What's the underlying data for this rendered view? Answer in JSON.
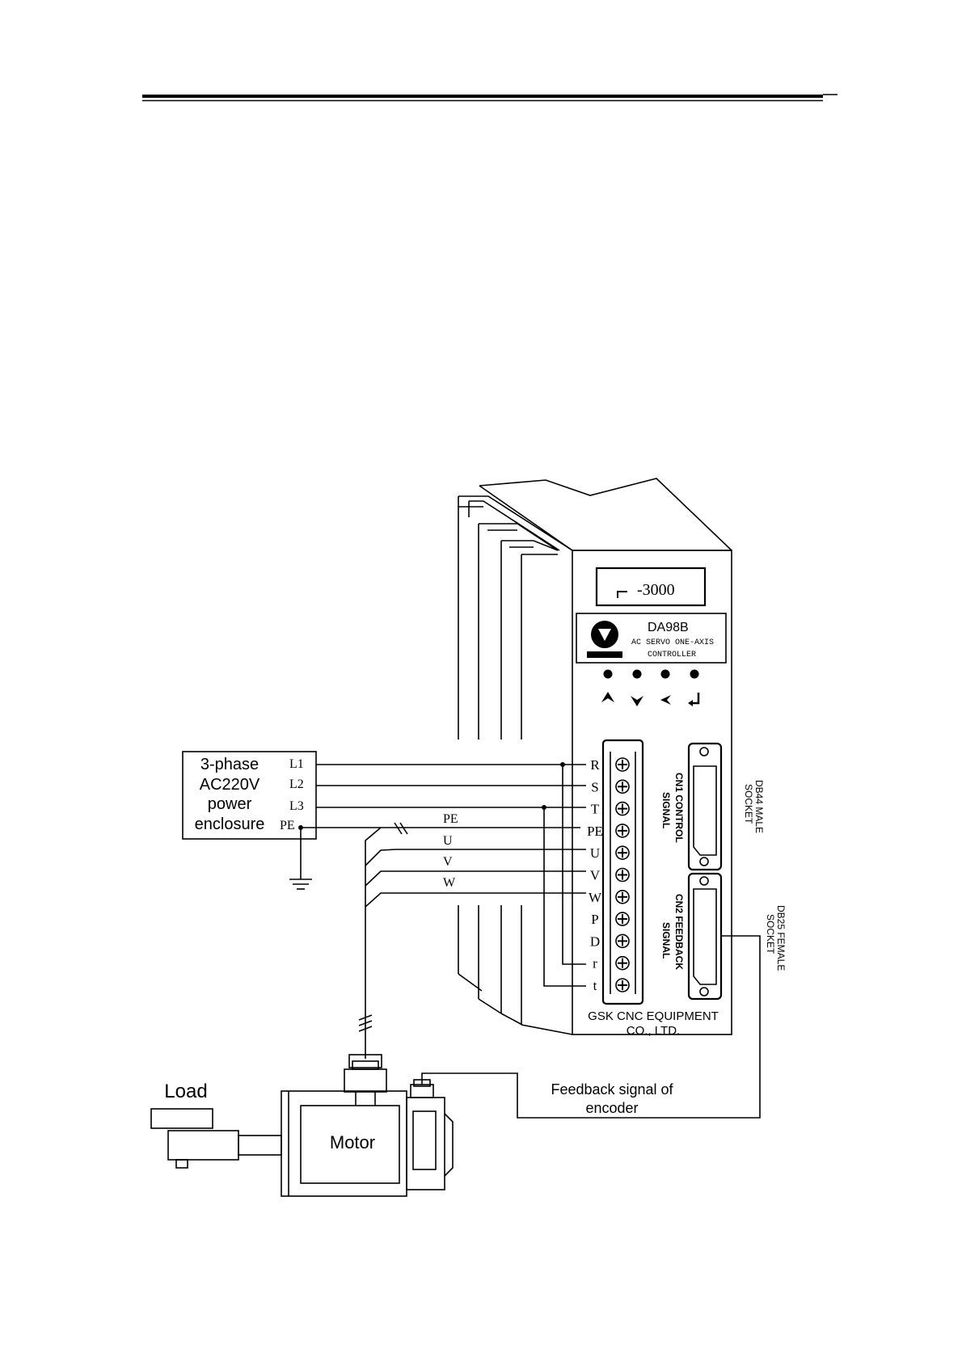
{
  "header_rule": {
    "style": "double-line"
  },
  "power_supply": {
    "label_lines": [
      "3-phase",
      "AC220V",
      "power",
      "enclosure"
    ],
    "terminals": [
      "L1",
      "L2",
      "L3",
      "PE"
    ]
  },
  "cable_labels": [
    "PE",
    "U",
    "V",
    "W"
  ],
  "drive": {
    "display": "-3000",
    "model": "DA98B",
    "subtitle_line1": "AC SERVO ONE-AXIS",
    "subtitle_line2": "CONTROLLER",
    "key_icons": [
      "up-arrow-icon",
      "down-arrow-icon",
      "left-arrow-icon",
      "enter-icon"
    ],
    "terminals": [
      "R",
      "S",
      "T",
      "PE",
      "U",
      "V",
      "W",
      "P",
      "D",
      "r",
      "t"
    ],
    "cn1_label_line1": "CN1 CONTROL",
    "cn1_label_line2": "SIGNAL",
    "cn2_label_line1": "CN2 FEEDBACK",
    "cn2_label_line2": "SIGNAL",
    "maker_line1": "GSK CNC EQUIPMENT",
    "maker_line2": "CO., LTD."
  },
  "cn1_socket": {
    "line1": "DB44 MALE",
    "line2": "SOCKET"
  },
  "cn2_socket": {
    "line1": "DB25 FEMALE",
    "line2": "SOCKET"
  },
  "feedback_label": {
    "line1": "Feedback signal of",
    "line2": "encoder"
  },
  "load_label": "Load",
  "motor_label": "Motor",
  "colors": {
    "ink": "#000000",
    "paper": "#ffffff"
  }
}
